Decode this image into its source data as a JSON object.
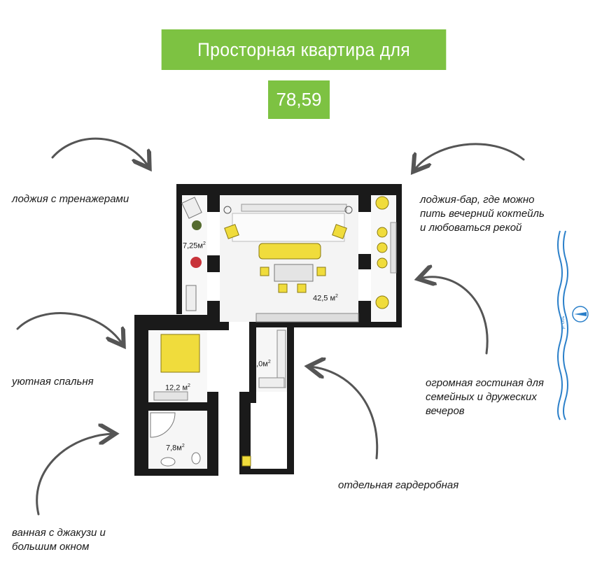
{
  "title": "Просторная квартира для состоявшейся пары",
  "total_area": {
    "value": "78,59 м",
    "unit_sup": "2"
  },
  "notes": {
    "loggia_gym": "лоджия с тренажерами",
    "loggia_bar": [
      "лоджия-бар, где можно",
      "пить вечерний коктейль",
      "и любоваться рекой"
    ],
    "bedroom": "уютная спальня",
    "living": [
      "огромная гостиная для",
      "семейных и дружеских",
      "вечеров"
    ],
    "wardrobe": "отдельная гардеробная",
    "bath": [
      "ванная с джакузи и",
      "большим окном"
    ]
  },
  "rooms": {
    "loggia": "7,25м",
    "living": "42,5 м",
    "bedroom": "12,2 м",
    "wardrobe": "5,0м",
    "bathroom": "7,8м",
    "sup": "2"
  },
  "river_label": "р. Объ",
  "colors": {
    "accent": "#7dc242",
    "wall": "#1a1a1a",
    "furniture": "#f0dc3c",
    "arrow": "#555555",
    "river": "#2a7fc9"
  }
}
